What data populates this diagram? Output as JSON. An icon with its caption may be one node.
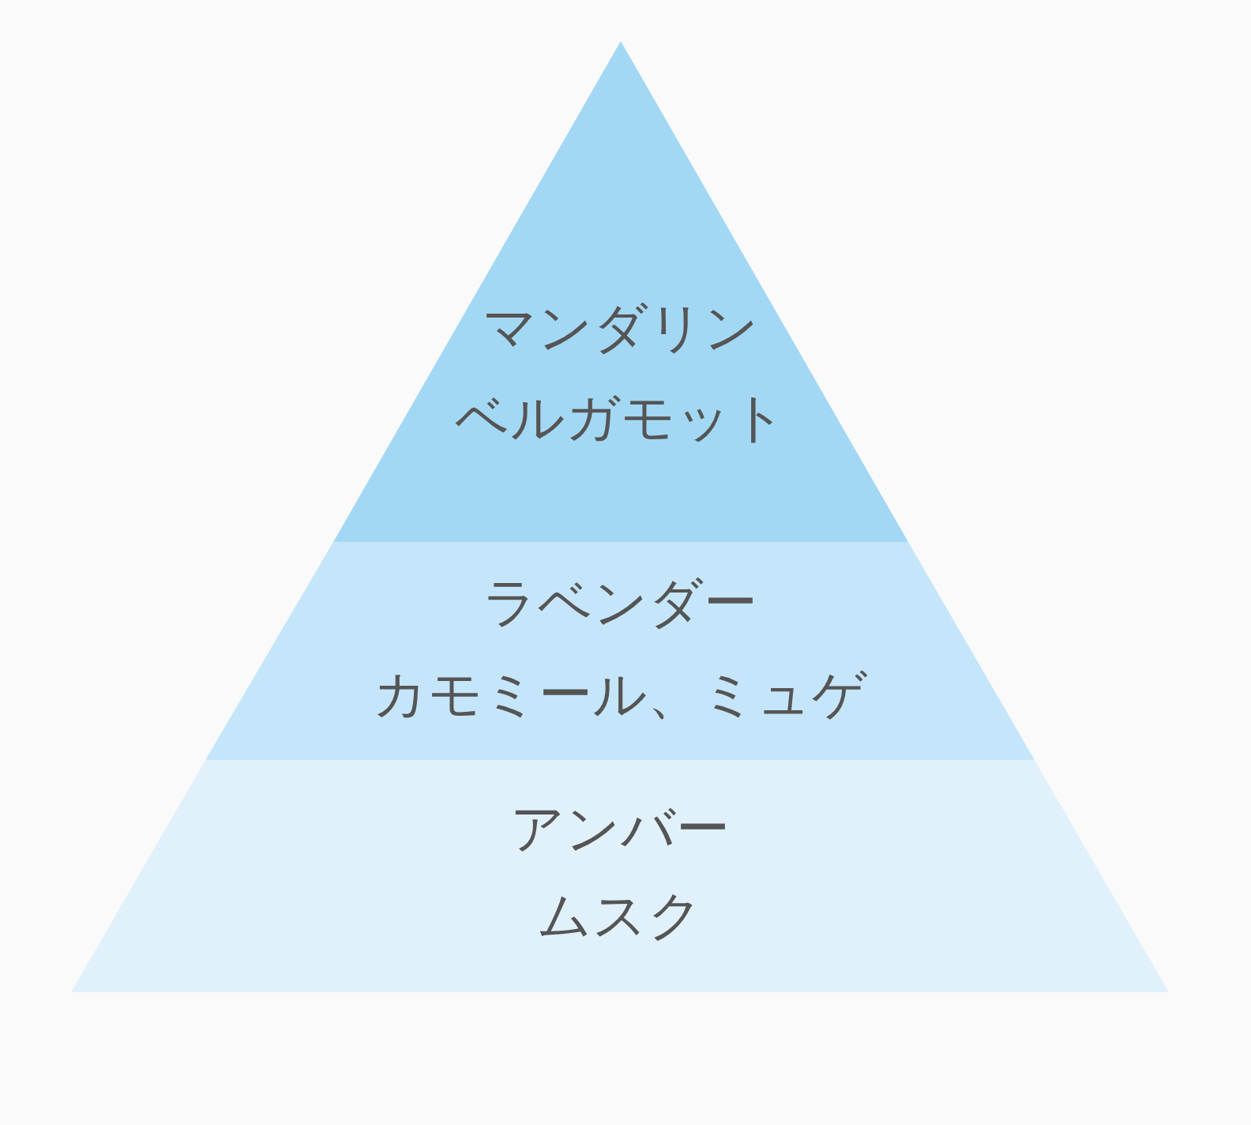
{
  "diagram": {
    "nodes": [
      {
        "text": [
          "マンダリン",
          "ベルガモット"
        ]
      },
      {
        "text": [
          "ラベンダー",
          "カモミール、ミュゲ"
        ]
      },
      {
        "text": [
          "アンバー",
          "ムスク"
        ]
      }
    ]
  }
}
